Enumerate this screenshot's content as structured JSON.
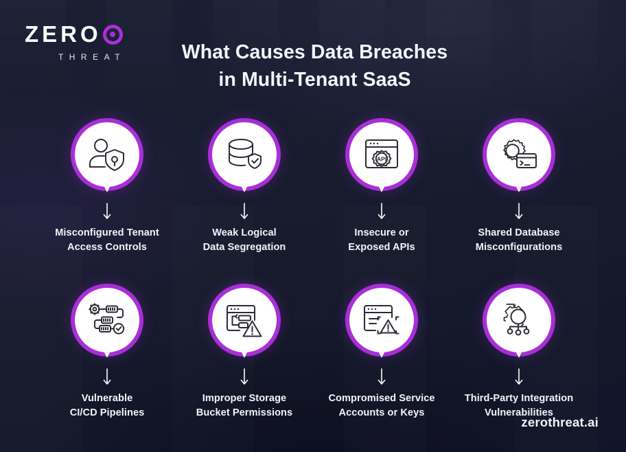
{
  "brand": {
    "logo_word": "ZERO",
    "logo_sub": "THREAT",
    "accent_color": "#a82fd6",
    "background_color": "#171b2e",
    "footer_url": "zerothreat.ai"
  },
  "title": {
    "line1": "What Causes Data Breaches",
    "line2": "in Multi-Tenant SaaS"
  },
  "items": [
    {
      "icon": "user-shield-lock-icon",
      "label_line1": "Misconfigured Tenant",
      "label_line2": "Access Controls"
    },
    {
      "icon": "database-shield-check-icon",
      "label_line1": "Weak Logical",
      "label_line2": "Data Segregation"
    },
    {
      "icon": "browser-api-gear-icon",
      "icon_text": "API",
      "label_line1": "Insecure or",
      "label_line2": "Exposed APIs"
    },
    {
      "icon": "gear-terminal-icon",
      "label_line1": "Shared Database",
      "label_line2": "Misconfigurations"
    },
    {
      "icon": "pipeline-gear-check-icon",
      "label_line1": "Vulnerable",
      "label_line2": "CI/CD Pipelines"
    },
    {
      "icon": "browser-files-warning-icon",
      "label_line1": "Improper Storage",
      "label_line2": "Bucket Permissions"
    },
    {
      "icon": "browser-warning-scan-icon",
      "label_line1": "Compromised Service",
      "label_line2": "Accounts or Keys"
    },
    {
      "icon": "gear-network-nodes-icon",
      "label_line1": "Third-Party Integration",
      "label_line2": "Vulnerabilities"
    }
  ]
}
